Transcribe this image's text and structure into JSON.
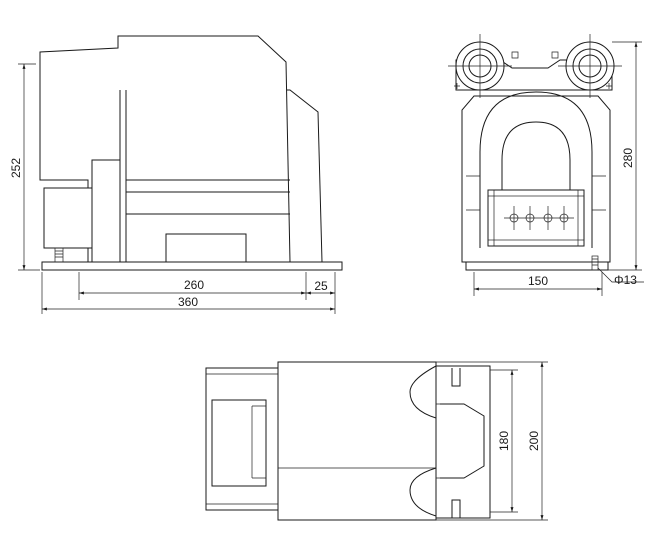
{
  "front_view": {
    "height": "252",
    "span": "260",
    "offset": "25",
    "length": "360"
  },
  "side_view": {
    "height": "280",
    "width": "150",
    "hole": "Φ13"
  },
  "top_view": {
    "inner": "180",
    "outer": "200"
  }
}
